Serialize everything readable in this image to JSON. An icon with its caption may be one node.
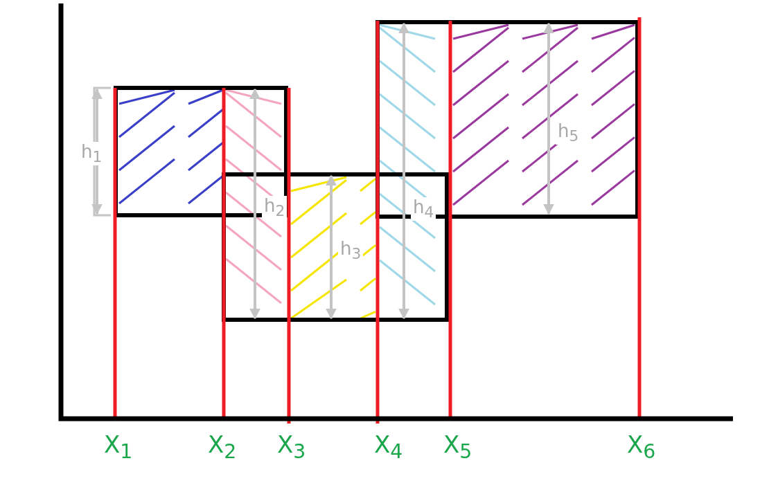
{
  "diagram": {
    "labels": [
      "h$_{1}$",
      "h$_{2}$",
      "h$_{3}$",
      "h$_{4}$",
      "h$_{5}$",
      "X$_{1}$",
      "X$_{2}$",
      "X$_{3}$",
      "X$_{4}$",
      "X$_{5}$",
      "X$_{6}$"
    ]
  }
}
